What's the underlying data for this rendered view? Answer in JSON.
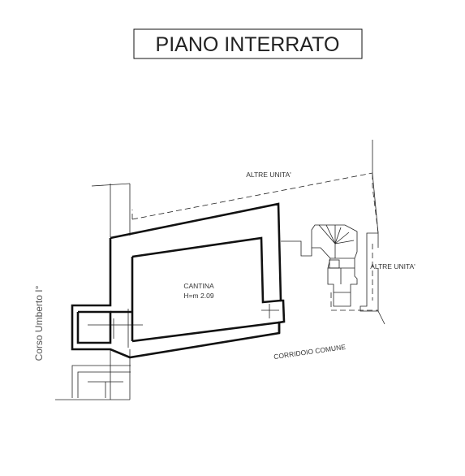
{
  "title": "PIANO INTERRATO",
  "labels": {
    "altre_unita_top": "ALTRE UNITA'",
    "altre_unita_right": "ALTRE UNITA'",
    "cantina_name": "CANTINA",
    "cantina_height": "H=m 2.09",
    "corridoio": "CORRIDOIO COMUNE",
    "street": "Corso Umberto I°"
  }
}
